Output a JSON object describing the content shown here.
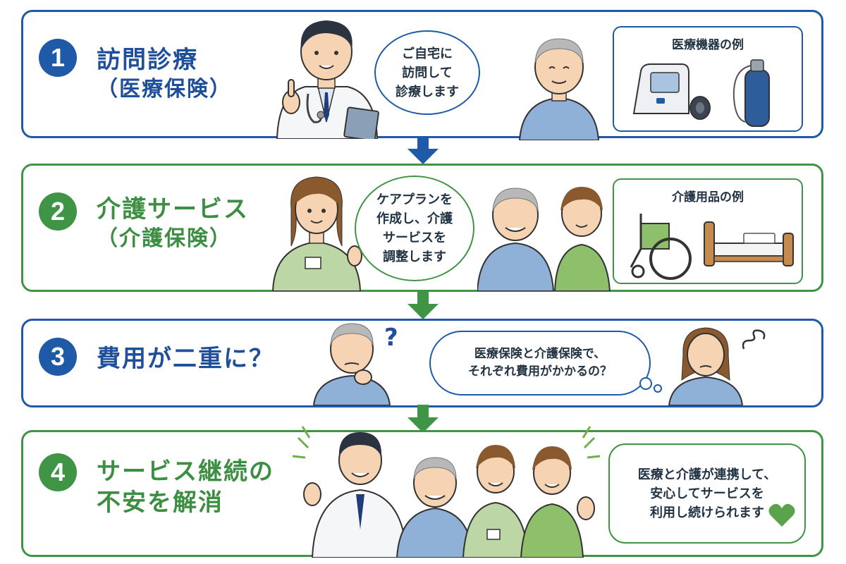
{
  "steps": [
    {
      "number": "1",
      "title_lines": [
        "訪問診療",
        "（医療保険）"
      ],
      "bubble": [
        "ご自宅に",
        "訪問して",
        "診療します"
      ],
      "examples_title": "医療機器の例",
      "examples_icons": [
        "blood-pressure-monitor-icon",
        "oxygen-tank-icon"
      ]
    },
    {
      "number": "2",
      "title_lines": [
        "介護サービス",
        "（介護保険）"
      ],
      "bubble": [
        "ケアプランを",
        "作成し、介護",
        "サービスを",
        "調整します"
      ],
      "examples_title": "介護用品の例",
      "examples_icons": [
        "wheelchair-icon",
        "care-bed-icon"
      ]
    },
    {
      "number": "3",
      "title_lines": [
        "費用が二重に？"
      ],
      "bubble": [
        "医療保険と介護保険で、",
        "それぞれ費用がかかるの？"
      ],
      "mark": "?"
    },
    {
      "number": "4",
      "title_lines": [
        "サービス継続の",
        "不安を解消"
      ],
      "bubble": [
        "医療と介護が連携して、",
        "安心してサービスを",
        "利用し続けられます"
      ]
    }
  ],
  "colors": {
    "blue": "#1f5aa8",
    "green": "#3f9445",
    "skin": "#f6d3b3"
  }
}
